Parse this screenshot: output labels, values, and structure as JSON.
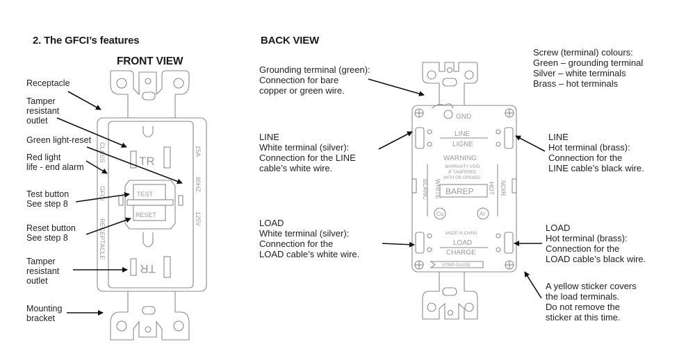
{
  "headings": {
    "section_title": "2. The GFCI’s features",
    "front_view": "FRONT VIEW",
    "back_view": "BACK VIEW"
  },
  "front_labels": [
    {
      "id": "receptacle",
      "lines": [
        "Receptacle"
      ]
    },
    {
      "id": "tamper-top",
      "lines": [
        "Tamper",
        "resistant",
        "outlet"
      ]
    },
    {
      "id": "green-light",
      "lines": [
        "Green light-reset"
      ]
    },
    {
      "id": "red-light",
      "lines": [
        "Red light",
        "life - end alarm"
      ]
    },
    {
      "id": "test-button",
      "lines": [
        "Test button",
        "See step 8"
      ]
    },
    {
      "id": "reset-button",
      "lines": [
        "Reset button",
        "See step 8"
      ]
    },
    {
      "id": "tamper-bottom",
      "lines": [
        "Tamper",
        "resistant",
        "outlet"
      ]
    },
    {
      "id": "mounting-bracket",
      "lines": [
        "Mounting",
        "bracket"
      ]
    }
  ],
  "back_labels": {
    "grounding": [
      "Grounding terminal (green):",
      "Connection for bare",
      "copper or green wire."
    ],
    "line_white": [
      "LINE",
      "White terminal (silver):",
      "Connection for the LINE",
      "cable’s white wire."
    ],
    "load_white": [
      "LOAD",
      "White terminal (silver):",
      "Connection for the",
      "LOAD cable’s white wire."
    ],
    "screw_colours": [
      "Screw (terminal) colours:",
      "Green – grounding terminal",
      "Silver – white terminals",
      "Brass – hot terminals"
    ],
    "line_hot": [
      "LINE",
      "Hot terminal (brass):",
      "Connection for the",
      "LINE cable’s black wire."
    ],
    "load_hot": [
      "LOAD",
      "Hot terminal (brass):",
      "Connection for the",
      "LOAD cable’s black wire."
    ],
    "sticker": [
      "A yellow sticker covers",
      "the load terminals.",
      "Do not remove the",
      "sticker at this time."
    ]
  },
  "front_device": {
    "tr": "TR",
    "test": "TEST",
    "reset": "RESET",
    "rating_amps": "15A",
    "rating_hz": "60HZ",
    "rating_volts": "125V",
    "side_text": [
      "CLASS",
      "GFCI",
      "RECEPTACLE"
    ]
  },
  "back_device": {
    "gnd": "GND",
    "line": "LINE",
    "ligne": "LIGNE",
    "warning": "WARNING:",
    "warranty": [
      "WARRANTY VOID",
      "IF TAMPERED",
      "WITH OR OPENED"
    ],
    "white": "WHITE",
    "blanc": "BLANC",
    "hot": "HOT",
    "noir": "NOIR",
    "barep": "BAREP",
    "cu": "Cu",
    "al": "Al",
    "made_in": "MADE IN CHINA",
    "load": "LOAD",
    "charge": "CHARGE",
    "strip_gauge": "STRIP GAUGE"
  }
}
